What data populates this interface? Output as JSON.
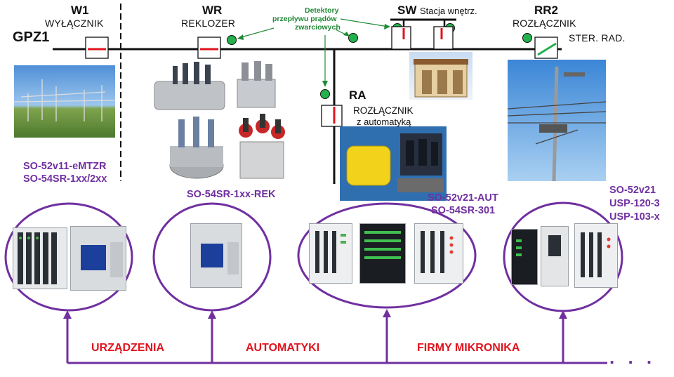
{
  "gpz": "GPZ1",
  "w1": {
    "code": "W1",
    "name": "WYŁĄCZNIK",
    "devices": [
      "SO-52v11-eMTZR",
      "SO-54SR-1xx/2xx"
    ]
  },
  "wr": {
    "code": "WR",
    "name": "REKLOZER",
    "device": "SO-54SR-1xx-REK"
  },
  "detectors": {
    "line1": "Detektory",
    "line2": "przepływu prądów",
    "line3": "zwarciowych"
  },
  "sw": {
    "code": "SW",
    "name": "Stacja wnętrz."
  },
  "rr2": {
    "code": "RR2",
    "name": "ROZŁĄCZNIK",
    "extra": "STER. RAD.",
    "devices": [
      "SO-52v21",
      "USP-120-3",
      "USP-103-x"
    ]
  },
  "ra": {
    "code": "RA",
    "name_line1": "ROZŁĄCZNIK",
    "name_line2": "z automatyką",
    "devices": [
      "SO-52v21-AUT",
      "SO-54SR-301"
    ]
  },
  "footer": {
    "label1": "URZĄDZENIA",
    "label2": "AUTOMATYKI",
    "label3": "FIRMY MIKRONIKA",
    "more": ". . ."
  },
  "colors": {
    "line": "#111111",
    "switch_red": "#e0141e",
    "detector": "#22b14c",
    "circle": "#7030a0",
    "purple_text": "#7030a0",
    "footer_text": "#e0141e"
  }
}
